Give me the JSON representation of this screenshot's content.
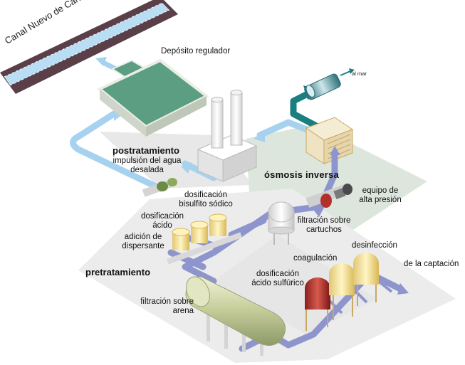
{
  "labels": {
    "canal": "Canal Nuevo de Cartagena",
    "deposito": "Depósito regulador",
    "al_mar": "al mar",
    "postratamiento": "postratamiento",
    "impulsion_1": "impulsión del agua",
    "impulsion_2": "desalada",
    "osmosis": "ósmosis inversa",
    "bisulfito_1": "dosificación",
    "bisulfito_2": "bisulfito sódico",
    "equipo_1": "equipo de",
    "equipo_2": "alta presión",
    "acido_1": "dosificación",
    "acido_2": "ácido",
    "filtracion_cart_1": "filtración sobre",
    "filtracion_cart_2": "cartuchos",
    "dispersante_1": "adición de",
    "dispersante_2": "dispersante",
    "desinfeccion": "desinfección",
    "coagulacion": "coagulación",
    "captacion": "de la captación",
    "pretratamiento": "pretratamiento",
    "sulfurico_1": "dosificación",
    "sulfurico_2": "ácido sulfúrico",
    "arena_1": "filtración sobre",
    "arena_2": "arena"
  },
  "colors": {
    "pipe_water": "#a6d2f0",
    "pipe_process": "#8e95cc",
    "pipe_brine": "#1b7f80",
    "basin": "#5c9e82",
    "platform": "#e8e8e8",
    "canal_water": "#b9def4",
    "canal_bank": "#5a3f49"
  }
}
